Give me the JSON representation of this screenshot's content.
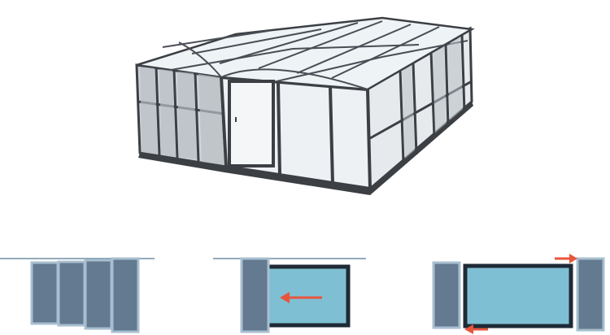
{
  "colors": {
    "frame": "#3c3f44",
    "glass": "#e8ecef",
    "roof_glass": "#eef2f5",
    "mesh": "#c9ced3",
    "panel_fill": "#647a90",
    "panel_border": "#a9bfd0",
    "pool_fill": "#7fbfd3",
    "pool_border": "#1f2a36",
    "arrow": "#e8553d",
    "ground_line": "#6f8fa4"
  },
  "diagrams": [
    {
      "id": "closed",
      "panels": 4
    },
    {
      "id": "opening",
      "panels": 1,
      "arrow": "left"
    },
    {
      "id": "open",
      "panels": 2,
      "arrows": [
        "right",
        "left"
      ]
    }
  ]
}
